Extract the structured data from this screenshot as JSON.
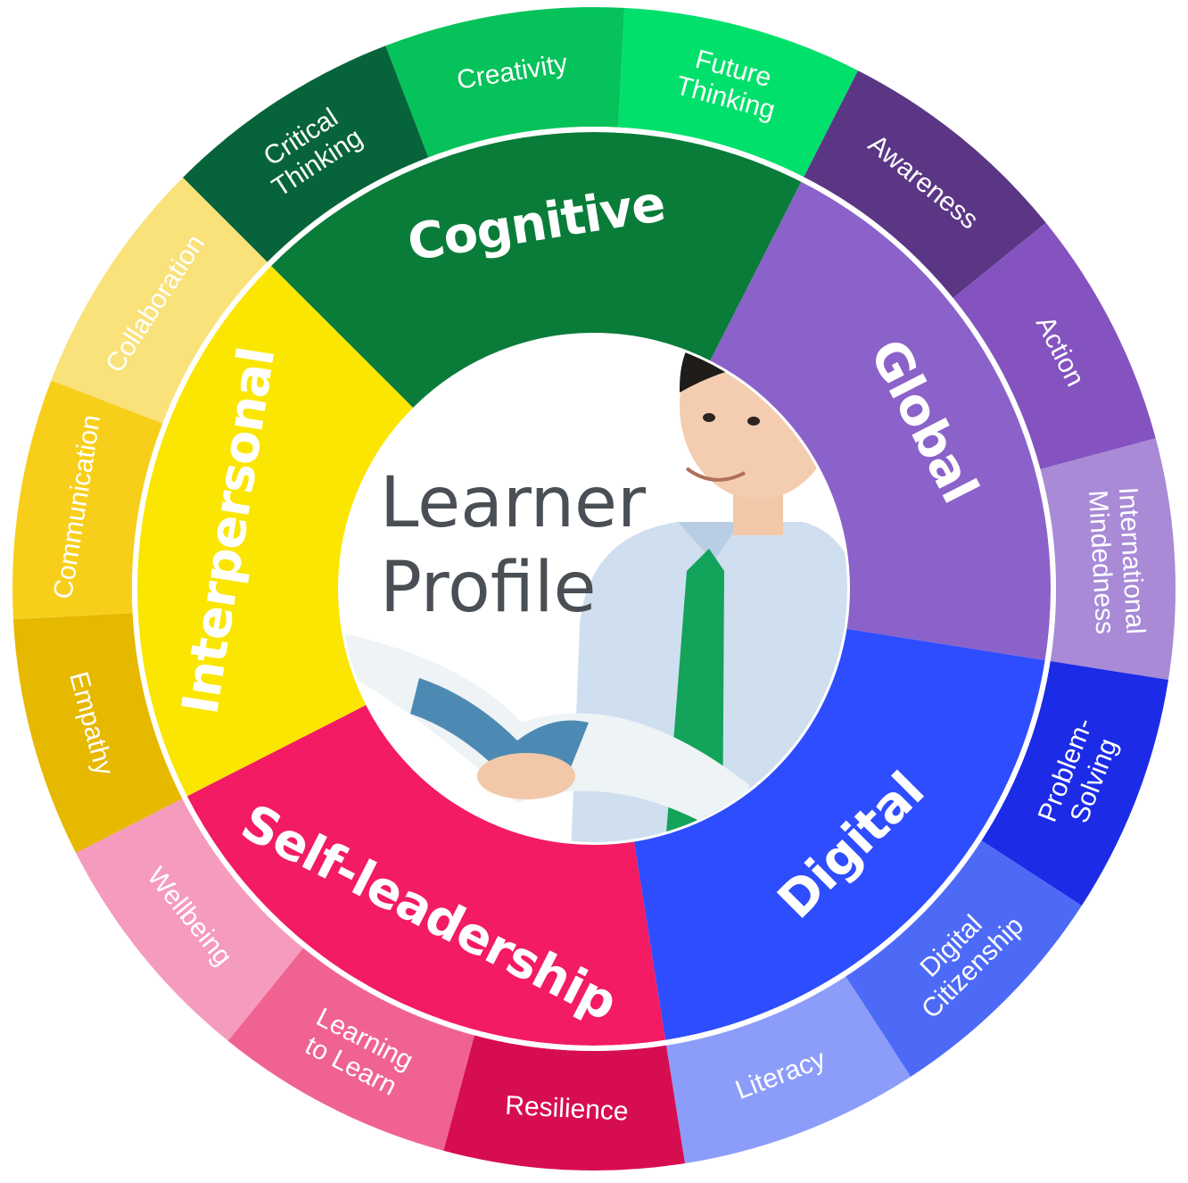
{
  "center": {
    "line1": "Learner",
    "line2": "Profile"
  },
  "domains": [
    {
      "key": "cognitive",
      "label": "Cognitive",
      "color": "#0a7c3a",
      "text_color": "#ffffff"
    },
    {
      "key": "global",
      "label": "Global",
      "color": "#8b62c9",
      "text_color": "#ffffff"
    },
    {
      "key": "digital",
      "label": "Digital",
      "color": "#2e4dff",
      "text_color": "#ffffff"
    },
    {
      "key": "self-leadership",
      "label": "Self-leadership",
      "color": "#f31b63",
      "text_color": "#ffffff"
    },
    {
      "key": "interpersonal",
      "label": "Interpersonal",
      "color": "#fae600",
      "text_color": "#111111"
    }
  ],
  "skills": [
    {
      "key": "critical-thinking",
      "lines": [
        "Critical",
        "Thinking"
      ],
      "color": "#07643a",
      "text_color": "#ffffff"
    },
    {
      "key": "creativity",
      "lines": [
        "Creativity"
      ],
      "color": "#05c25a",
      "text_color": "#ffffff"
    },
    {
      "key": "future-thinking",
      "lines": [
        "Future",
        "Thinking"
      ],
      "color": "#00e06b",
      "text_color": "#ffffff"
    },
    {
      "key": "awareness",
      "lines": [
        "Awareness"
      ],
      "color": "#5a3685",
      "text_color": "#ffffff"
    },
    {
      "key": "action",
      "lines": [
        "Action"
      ],
      "color": "#8453bf",
      "text_color": "#ffffff"
    },
    {
      "key": "international-mindedness",
      "lines": [
        "International",
        "Mindedness"
      ],
      "color": "#a88ad7",
      "text_color": "#ffffff"
    },
    {
      "key": "problem-solving",
      "lines": [
        "Problem-",
        "Solving"
      ],
      "color": "#1c2be6",
      "text_color": "#ffffff"
    },
    {
      "key": "digital-citizenship",
      "lines": [
        "Digital",
        "Citizenship"
      ],
      "color": "#4d6af7",
      "text_color": "#ffffff"
    },
    {
      "key": "literacy",
      "lines": [
        "Literacy"
      ],
      "color": "#8c9df9",
      "text_color": "#ffffff"
    },
    {
      "key": "resilience",
      "lines": [
        "Resilience"
      ],
      "color": "#d70d52",
      "text_color": "#ffffff"
    },
    {
      "key": "learning-to-learn",
      "lines": [
        "Learning",
        "to Learn"
      ],
      "color": "#f06390",
      "text_color": "#ffffff"
    },
    {
      "key": "wellbeing",
      "lines": [
        "Wellbeing"
      ],
      "color": "#f59bbd",
      "text_color": "#ffffff"
    },
    {
      "key": "empathy",
      "lines": [
        "Empathy"
      ],
      "color": "#e6b800",
      "text_color": "#1a1a1a"
    },
    {
      "key": "communication",
      "lines": [
        "Communication"
      ],
      "color": "#f7cf1b",
      "text_color": "#1a1a1a"
    },
    {
      "key": "collaboration",
      "lines": [
        "Collaboration"
      ],
      "color": "#f9e27a",
      "text_color": "#1a1a1a"
    }
  ],
  "icons": {
    "learner": "student-reading-icon"
  }
}
